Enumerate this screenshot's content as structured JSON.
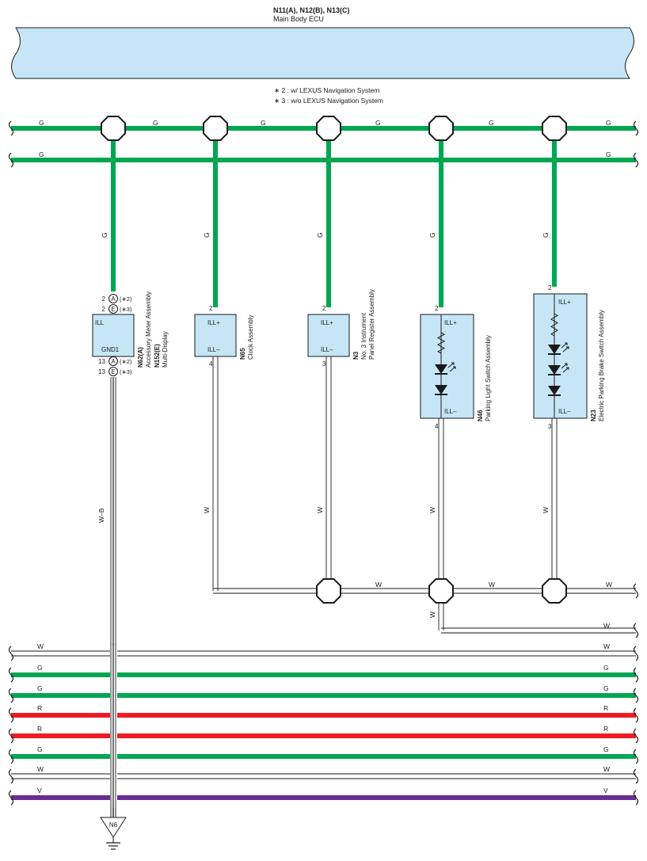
{
  "ecu": {
    "connectors": "N11(A), N12(B), N13(C)",
    "name": "Main Body ECU"
  },
  "notes": [
    "∗ 2 : w/ LEXUS Navigation System",
    "∗ 3 : w/o LEXUS Navigation System"
  ],
  "bus": {
    "top_label": "G",
    "second_label": "G"
  },
  "colors": {
    "G": "#00a651",
    "R": "#ed1c24",
    "V": "#6a2c91",
    "W": "#ffffff",
    "ecu_fill": "#c6e6f7",
    "component_fill": "#c6e6f7",
    "line": "#1a1a1a"
  },
  "components": [
    {
      "code": "N62(A)",
      "name": "Accessory Meter Assembly",
      "code2": "N152(E)",
      "name2": "Multi-Display",
      "pin_top_label": "ILL",
      "pin_bottom_label": "GND1",
      "upper_feed_wire": "G",
      "top_connectors": [
        {
          "pin": "2",
          "letter": "A",
          "note": "(∗2)"
        },
        {
          "pin": "2",
          "letter": "E",
          "note": "(∗3)"
        }
      ],
      "bottom_connectors": [
        {
          "pin": "13",
          "letter": "A",
          "note": "(∗2)"
        },
        {
          "pin": "13",
          "letter": "E",
          "note": "(∗3)"
        }
      ],
      "lower_wire": "W–B"
    },
    {
      "code": "N65",
      "name": "Clock Assembly",
      "pin_top": "2",
      "pin_top_label": "ILL+",
      "pin_bottom": "4",
      "pin_bottom_label": "ILL–",
      "upper_feed_wire": "G",
      "lower_wire": "W"
    },
    {
      "code": "N3",
      "name": "No. 3 Instrument",
      "name2": "Panel Register Assembly",
      "pin_top": "2",
      "pin_top_label": "ILL+",
      "pin_bottom": "3",
      "pin_bottom_label": "ILL–",
      "upper_feed_wire": "G",
      "lower_wire": "W"
    },
    {
      "code": "N46",
      "name": "Parking Light Switch Assembly",
      "pin_top": "2",
      "pin_top_label": "ILL+",
      "pin_bottom": "4",
      "pin_bottom_label": "ILL–",
      "upper_feed_wire": "G",
      "lower_wire": "W"
    },
    {
      "code": "N23",
      "name": "Electric Parking Brake Switch Assembly",
      "pin_top": "2",
      "pin_top_label": "ILL+",
      "pin_bottom": "3",
      "pin_bottom_label": "ILL–",
      "upper_feed_wire": "G",
      "lower_wire": "W"
    }
  ],
  "top_bus_segment_labels": [
    "G",
    "G",
    "G",
    "G",
    "G",
    "G"
  ],
  "return_wire_labels": [
    "W",
    "W",
    "W"
  ],
  "return_branch_labels": [
    "W",
    "W"
  ],
  "bottom_bus": [
    {
      "color": "W",
      "label": "W"
    },
    {
      "color": "G",
      "label": "G"
    },
    {
      "color": "G",
      "label": "G"
    },
    {
      "color": "R",
      "label": "R"
    },
    {
      "color": "R",
      "label": "R"
    },
    {
      "color": "G",
      "label": "G"
    },
    {
      "color": "W",
      "label": "W"
    },
    {
      "color": "V",
      "label": "V"
    }
  ],
  "ground": {
    "code": "N6"
  }
}
